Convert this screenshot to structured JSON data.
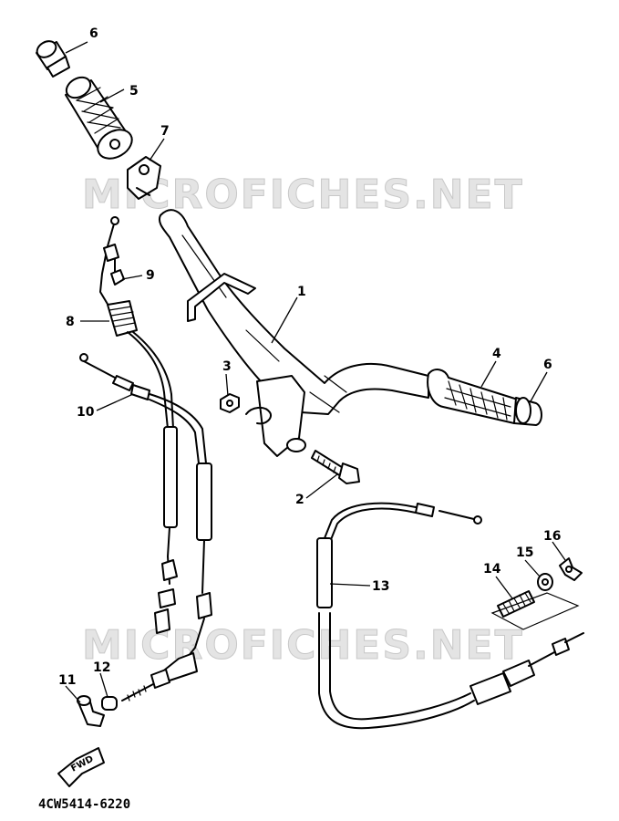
{
  "watermark": [
    "MICROFICHES.NET",
    "MICROFICHES.NET"
  ],
  "drawing_code": "4CW5414-6220",
  "fwd_label": "FWD",
  "callouts": [
    {
      "id": "c6a",
      "label": "6"
    },
    {
      "id": "c5",
      "label": "5"
    },
    {
      "id": "c7",
      "label": "7"
    },
    {
      "id": "c9",
      "label": "9"
    },
    {
      "id": "c8",
      "label": "8"
    },
    {
      "id": "c1",
      "label": "1"
    },
    {
      "id": "c3",
      "label": "3"
    },
    {
      "id": "c4",
      "label": "4"
    },
    {
      "id": "c6b",
      "label": "6"
    },
    {
      "id": "c10",
      "label": "10"
    },
    {
      "id": "c2",
      "label": "2"
    },
    {
      "id": "c13",
      "label": "13"
    },
    {
      "id": "c16",
      "label": "16"
    },
    {
      "id": "c15",
      "label": "15"
    },
    {
      "id": "c14",
      "label": "14"
    },
    {
      "id": "c11",
      "label": "11"
    },
    {
      "id": "c12",
      "label": "12"
    }
  ]
}
